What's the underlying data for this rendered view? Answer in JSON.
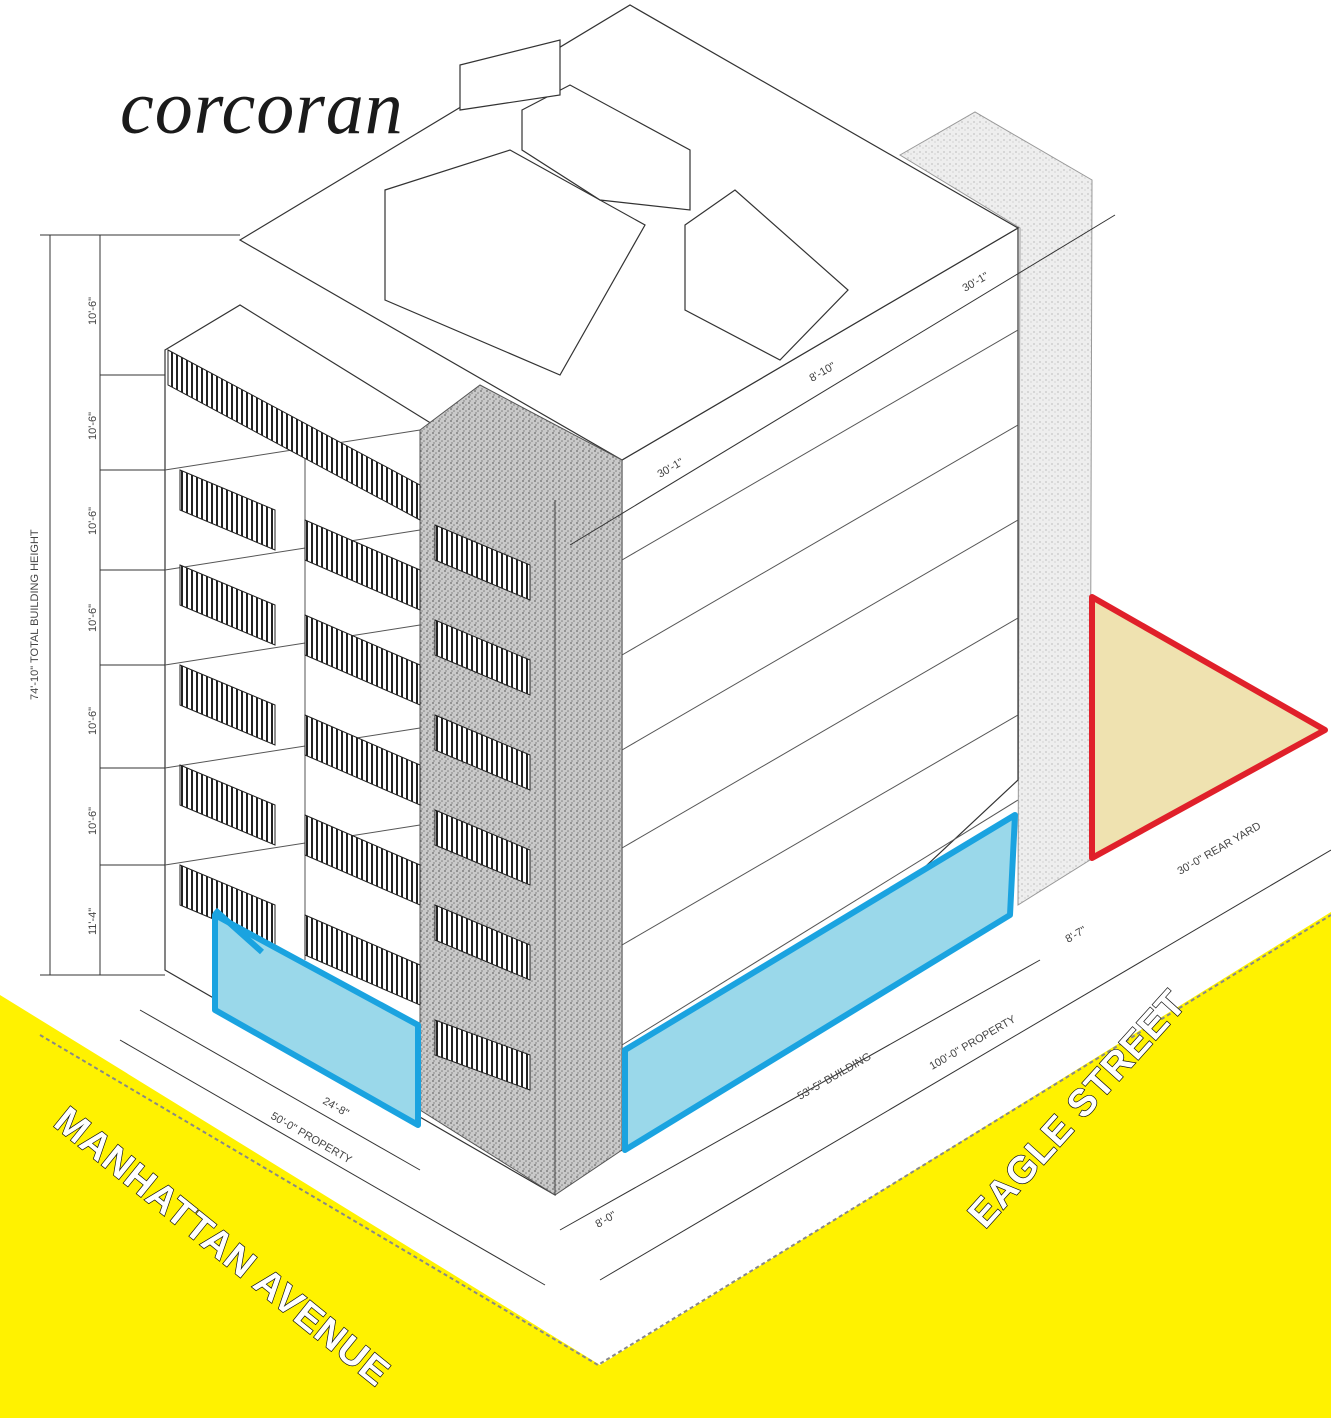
{
  "brand": {
    "logo_text": "corcoran"
  },
  "streets": {
    "avenue": "MANHATTAN AVENUE",
    "street": "EAGLE STREET"
  },
  "dimensions": {
    "total_height": "74'-10\" TOTAL BUILDING HEIGHT",
    "floor_heights": [
      "10'-6\"",
      "10'-6\"",
      "10'-6\"",
      "10'-6\"",
      "10'-6\"",
      "10'-6\"",
      "11'-4\""
    ],
    "upper_depth": "30'-1\"",
    "roof_depth": "30'-1\"",
    "setback": "8'-10\"",
    "front_building": "24'-8\"",
    "front_property": "50'-0\" PROPERTY",
    "corner_offset": "8'-0\"",
    "side_building": "53'-5\" BUILDING",
    "side_property": "100'-0\" PROPERTY",
    "rear_offset": "8'-7\"",
    "rear_yard": "30'-0\" REAR YARD"
  },
  "colors": {
    "ground": "#fff200",
    "highlight_fill": "#9ad8ea",
    "highlight_stroke": "#1aa3e0",
    "triangle_fill": "#efe2b0",
    "triangle_stroke": "#e0202a"
  }
}
